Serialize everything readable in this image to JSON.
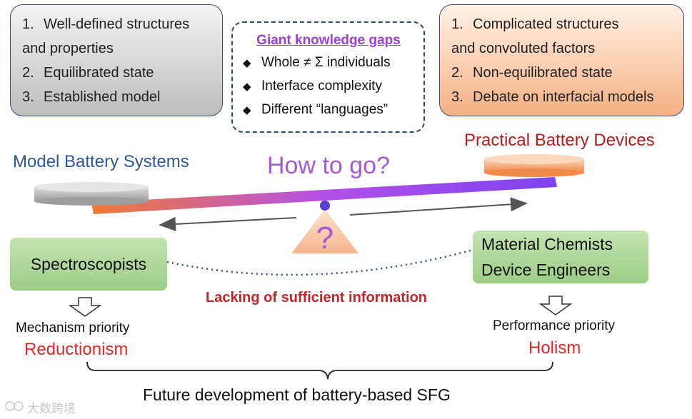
{
  "left_box": {
    "items": [
      {
        "num": "1.",
        "line1": "Well-defined structures",
        "line2": "and properties"
      },
      {
        "num": "2.",
        "line1": "Equilibrated state"
      },
      {
        "num": "3.",
        "line1": "Established model"
      }
    ]
  },
  "middle_box": {
    "title": "Giant knowledge gaps",
    "bullet": "◆",
    "items": [
      "Whole ≠ Σ individuals",
      "Interface complexity",
      "Different “languages”"
    ]
  },
  "right_box": {
    "items": [
      {
        "num": "1.",
        "line1": "Complicated structures",
        "line2": "and convoluted factors"
      },
      {
        "num": "2.",
        "line1": "Non-equilibrated state"
      },
      {
        "num": "3.",
        "line1": "Debate on interfacial models"
      }
    ]
  },
  "seesaw": {
    "left_label": "Model Battery Systems",
    "right_label": "Practical Battery Devices",
    "question": "How to go?",
    "fulcrum_symbol": "?"
  },
  "left_group": {
    "box_text": "Spectroscopists",
    "priority": "Mechanism priority",
    "approach": "Reductionism"
  },
  "right_group": {
    "box_line1": "Material Chemists",
    "box_line2": "Device Engineers",
    "priority": "Performance priority",
    "approach": "Holism"
  },
  "gap_text": "Lacking of sufficient information",
  "conclusion": "Future development of battery-based SFG",
  "watermark": "大数跨境",
  "colors": {
    "model_label": "#2f5697",
    "practical_label": "#b21c1c",
    "question": "#a35ad3",
    "gap_title": "#9b3fd0",
    "approach": "#e0262a",
    "beam_start": "#f07a32",
    "beam_end": "#7d43f0"
  }
}
